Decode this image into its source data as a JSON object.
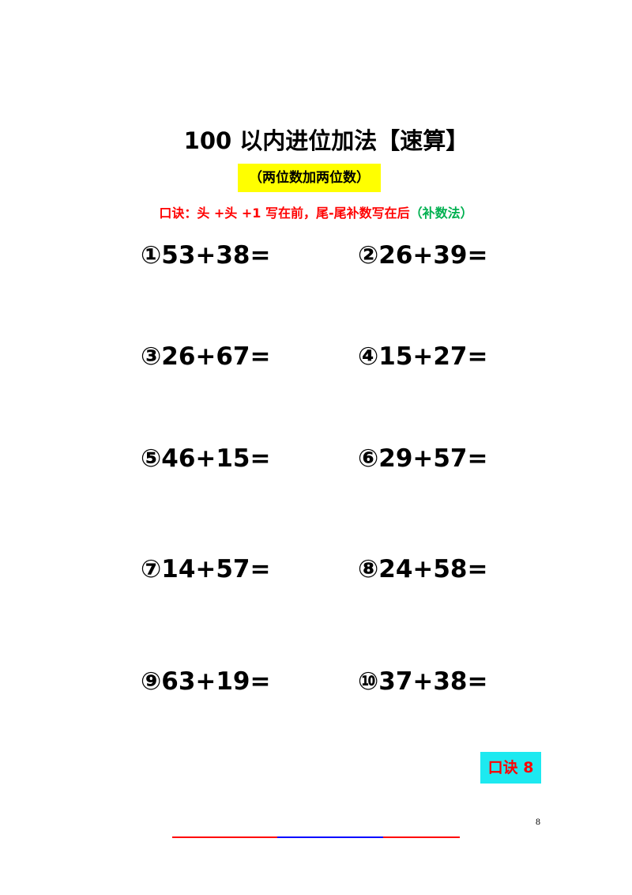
{
  "title": "100 以内进位加法【速算】",
  "subtitle": "（两位数加两位数）",
  "mnemonic": {
    "text": "口诀：头 +头 +1 写在前，尾-尾补数写在后",
    "method": "（补数法）"
  },
  "problems": [
    "①53+38=",
    "②26+39=",
    "③26+67=",
    "④15+27=",
    "⑤46+15=",
    "⑥29+57=",
    "⑦14+57=",
    "⑧24+58=",
    "⑨63+19=",
    "⑩37+38="
  ],
  "badge": "口诀 8",
  "page_number": "8",
  "colors": {
    "mnemonic_main": "#ff0000",
    "mnemonic_method": "#00b050",
    "subtitle_highlight": "#ffff00",
    "badge_background": "#1de9f0",
    "badge_text": "#ff0000",
    "footer_line_outer": "#ff0000",
    "footer_line_middle": "#0000ff"
  }
}
